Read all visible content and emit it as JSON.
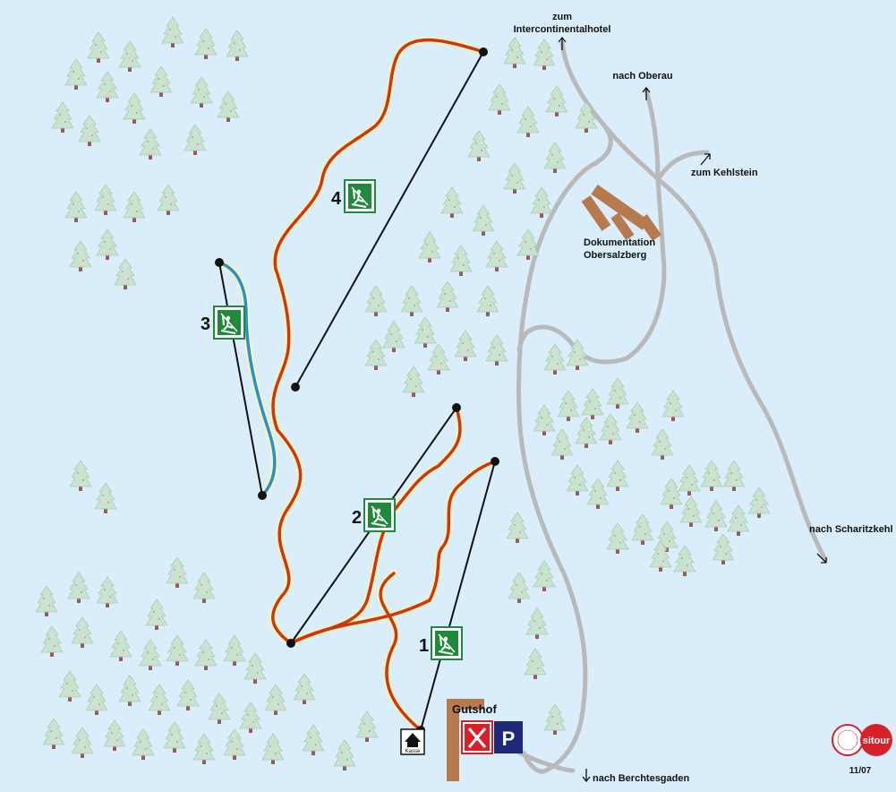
{
  "map": {
    "labels": {
      "intercontinental_line1": "zum",
      "intercontinental_line2": "Intercontinentalhotel",
      "oberau": "nach Oberau",
      "kehlstein": "zum Kehlstein",
      "doku_line1": "Dokumentation",
      "doku_line2": "Obersalzberg",
      "scharitzkehl": "nach Scharitzkehl",
      "berchtesgaden": "nach Berchtesgaden",
      "gutshof": "Gutshof",
      "kasse": "Kasse",
      "parking": "P",
      "sitour_brand": "sitour",
      "edition": "11/07"
    },
    "lifts": [
      {
        "number": "1",
        "icon": "ski-lift-icon"
      },
      {
        "number": "2",
        "icon": "ski-lift-icon"
      },
      {
        "number": "3",
        "icon": "ski-lift-icon"
      },
      {
        "number": "4",
        "icon": "ski-lift-icon"
      }
    ],
    "colors": {
      "background": "#d9eefa",
      "road": "#b9b9b9",
      "piste_red": "#c8361c",
      "piste_blue": "#2a8fd0",
      "piste_glow": "#fff6a8",
      "lift_sign": "#1f8a3b",
      "building": "#b77a4e",
      "restaurant": "#d62128",
      "parking": "#1d2a7a",
      "tree": "#c9e3cf"
    }
  }
}
